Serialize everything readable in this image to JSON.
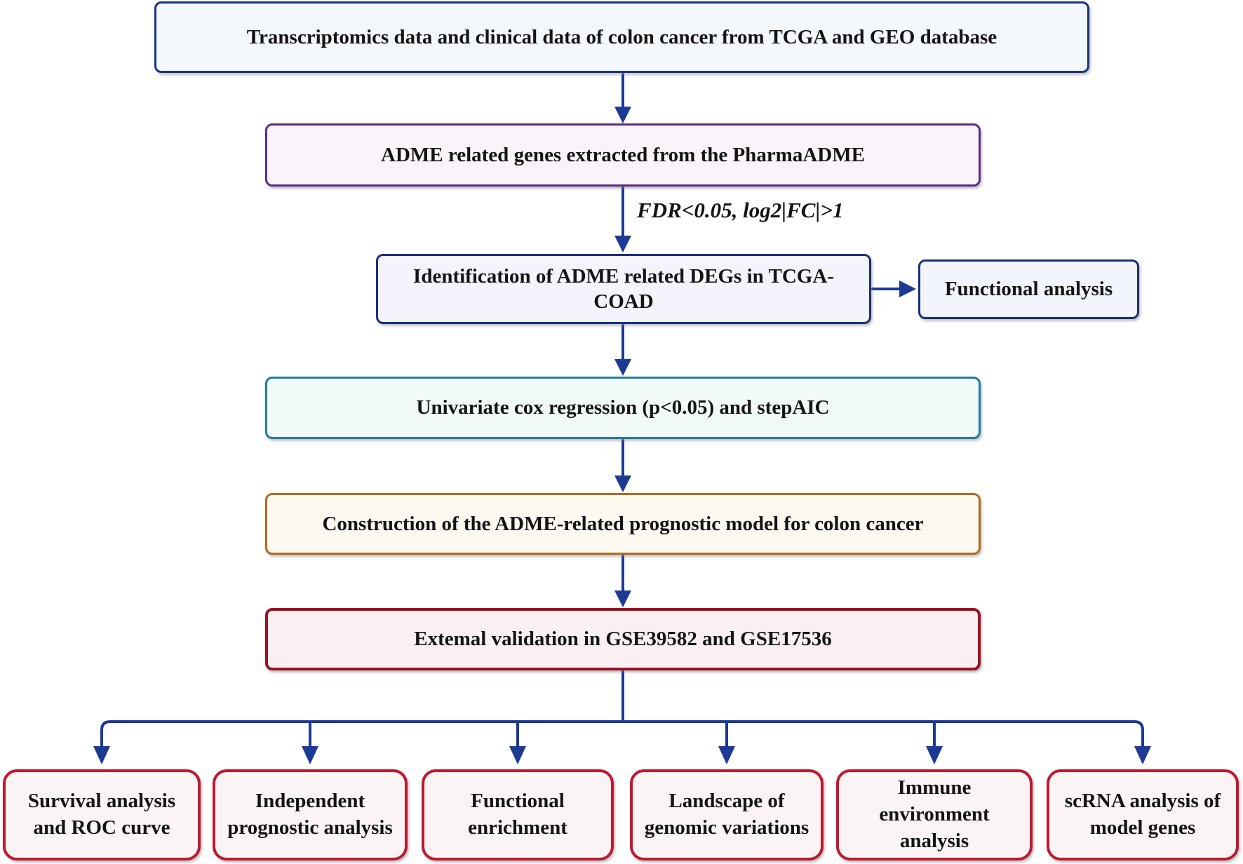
{
  "diagram": {
    "arrow_color": "#1c3a94",
    "text_color": "#141414",
    "edge_label": "FDR<0.05, log2|FC|>1",
    "nodes": {
      "source": {
        "label": "Transcriptomics data and clinical data of colon cancer from TCGA and GEO database",
        "border": "#16357e",
        "bg": "#f4f8fd"
      },
      "adme": {
        "label": "ADME related genes extracted from the PharmaADME",
        "border": "#5b2d82",
        "bg": "#faf4fa"
      },
      "degs": {
        "label": "Identification of ADME related DEGs in TCGA-COAD",
        "border": "#1a2f80",
        "bg": "#f4f5fc"
      },
      "func": {
        "label": "Functional analysis",
        "border": "#1a2f7e",
        "bg": "#f3f5fc"
      },
      "cox": {
        "label": "Univariate cox regression (p<0.05) and stepAIC",
        "border": "#1f7f9c",
        "bg": "#f1f9f9"
      },
      "model": {
        "label": "Construction of the ADME-related prognostic model for colon cancer",
        "border": "#b06a1e",
        "bg": "#fdf8f0"
      },
      "valid": {
        "label": "Extemal validation in GSE39582 and GSE17536",
        "border": "#9b1120",
        "bg": "#faf0f2"
      }
    },
    "outcome_style": {
      "border": "#c0182f",
      "bg": "#fbf4f4"
    },
    "outcomes": [
      {
        "label": "Survival analysis and ROC curve"
      },
      {
        "label": "Independent prognostic analysis"
      },
      {
        "label": "Functional enrichment"
      },
      {
        "label": "Landscape of genomic variations"
      },
      {
        "label": "Immune environment analysis"
      },
      {
        "label": "scRNA analysis of model genes"
      }
    ]
  }
}
